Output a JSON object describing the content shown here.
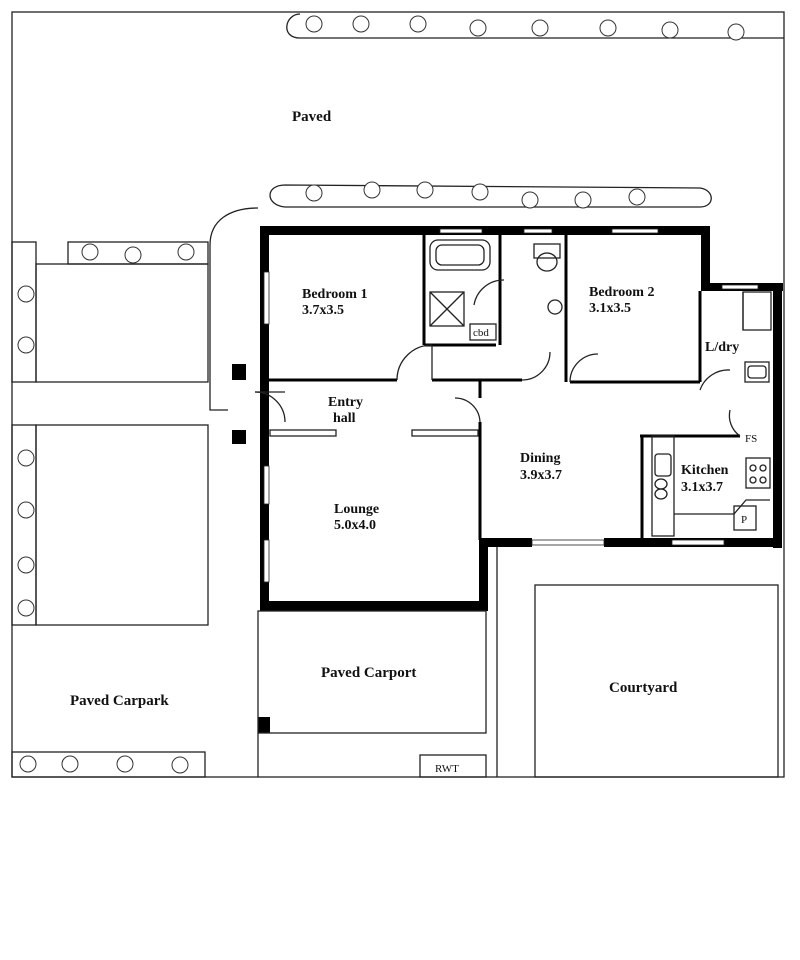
{
  "labels": {
    "paved": "Paved",
    "bedroom1_name": "Bedroom 1",
    "bedroom1_size": "3.7x3.5",
    "bedroom2_name": "Bedroom 2",
    "bedroom2_size": "3.1x3.5",
    "ldry": "L/dry",
    "entry_line1": "Entry",
    "entry_line2": "hall",
    "dining_name": "Dining",
    "dining_size": "3.9x3.7",
    "kitchen_name": "Kitchen",
    "kitchen_size": "3.1x3.7",
    "fs": "FS",
    "p": "P",
    "lounge_name": "Lounge",
    "lounge_size": "5.0x4.0",
    "paved_carport": "Paved Carport",
    "courtyard": "Courtyard",
    "paved_carpark": "Paved Carpark",
    "rwt": "RWT",
    "cbd": "cbd"
  }
}
